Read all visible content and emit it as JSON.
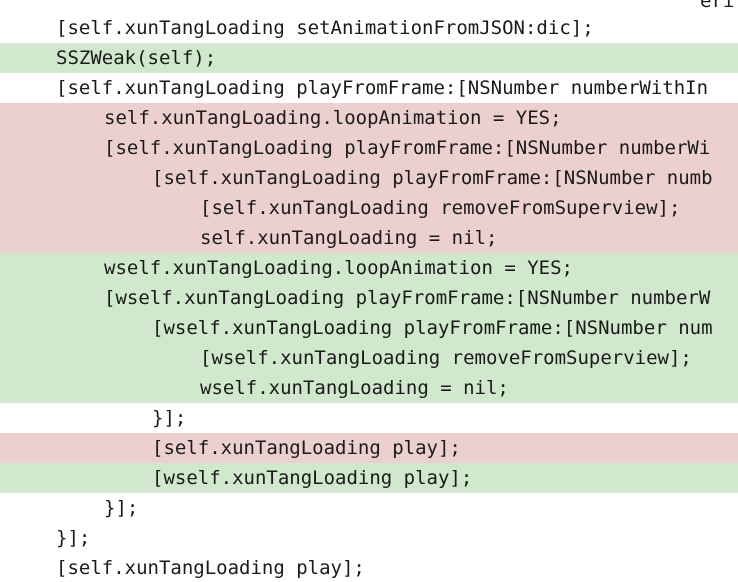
{
  "top_fragment": "eri",
  "lines": [
    {
      "type": "context",
      "indent": 0,
      "text": "[self.xunTangLoading setAnimationFromJSON:dic];"
    },
    {
      "type": "added",
      "indent": 0,
      "text": "SSZWeak(self);"
    },
    {
      "type": "context",
      "indent": 0,
      "text": "[self.xunTangLoading playFromFrame:[NSNumber numberWithIn"
    },
    {
      "type": "removed",
      "indent": 1,
      "text": "self.xunTangLoading.loopAnimation = YES;"
    },
    {
      "type": "removed",
      "indent": 1,
      "text": "[self.xunTangLoading playFromFrame:[NSNumber numberWi"
    },
    {
      "type": "removed",
      "indent": 2,
      "text": "[self.xunTangLoading playFromFrame:[NSNumber numb"
    },
    {
      "type": "removed",
      "indent": 3,
      "text": "[self.xunTangLoading removeFromSuperview];"
    },
    {
      "type": "removed",
      "indent": 3,
      "text": "self.xunTangLoading = nil;"
    },
    {
      "type": "added",
      "indent": 1,
      "text": "wself.xunTangLoading.loopAnimation = YES;"
    },
    {
      "type": "added",
      "indent": 1,
      "text": "[wself.xunTangLoading playFromFrame:[NSNumber numberW"
    },
    {
      "type": "added",
      "indent": 2,
      "text": "[wself.xunTangLoading playFromFrame:[NSNumber num"
    },
    {
      "type": "added",
      "indent": 3,
      "text": "[wself.xunTangLoading removeFromSuperview];"
    },
    {
      "type": "added",
      "indent": 3,
      "text": "wself.xunTangLoading = nil;"
    },
    {
      "type": "context",
      "indent": 2,
      "text": "}];"
    },
    {
      "type": "removed",
      "indent": 2,
      "text": "[self.xunTangLoading play];"
    },
    {
      "type": "added",
      "indent": 2,
      "text": "[wself.xunTangLoading play];"
    },
    {
      "type": "context",
      "indent": 1,
      "text": "}];"
    },
    {
      "type": "context",
      "indent": 0,
      "text": "}];"
    },
    {
      "type": "context",
      "indent": 0,
      "text": "[self.xunTangLoading play];"
    }
  ]
}
